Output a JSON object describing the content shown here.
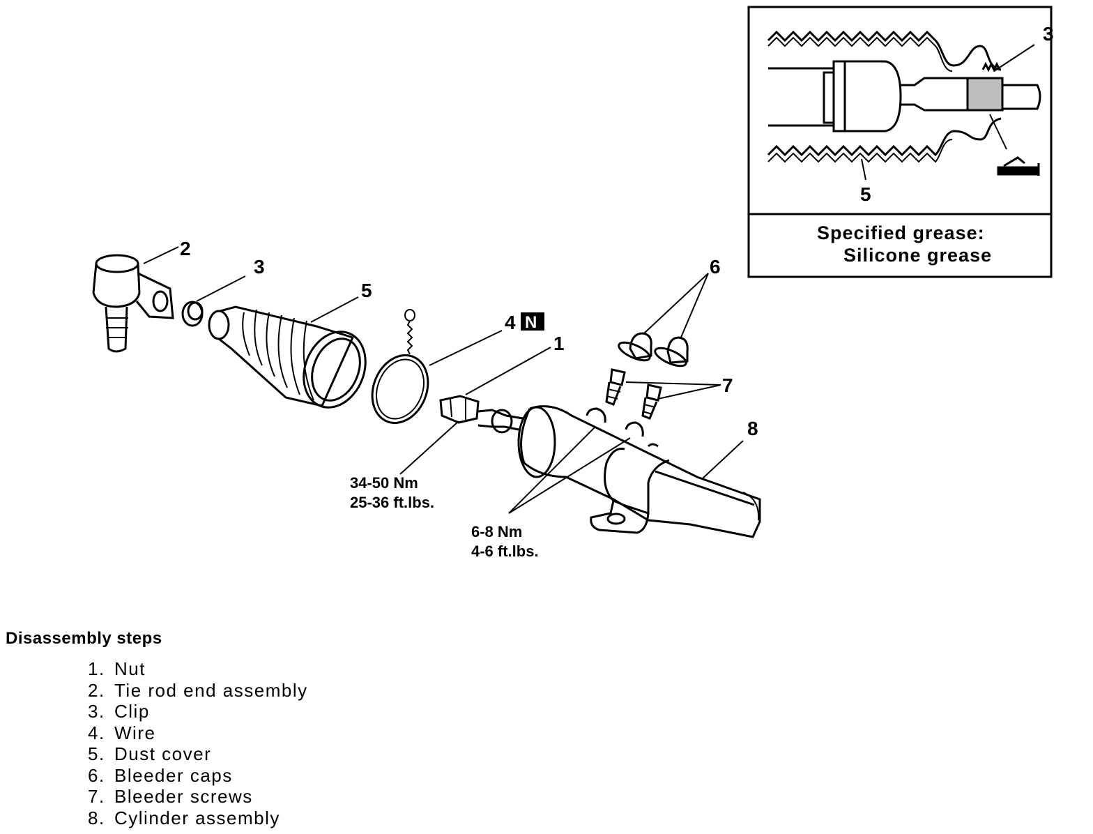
{
  "callouts": {
    "nut": "1",
    "tie_rod_end": "2",
    "clip": "3",
    "wire": "4",
    "wire_badge": "N",
    "dust_cover": "5",
    "bleeder_caps": "6",
    "bleeder_screws": "7",
    "cylinder": "8"
  },
  "inset": {
    "callout_clip": "3",
    "callout_dust_cover": "5",
    "caption_line1": "Specified grease:",
    "caption_line2": "Silicone grease"
  },
  "torque": {
    "nut_nm": "34-50 Nm",
    "nut_ftlbs": "25-36 ft.lbs.",
    "screw_nm": "6-8 Nm",
    "screw_ftlbs": "4-6 ft.lbs."
  },
  "steps": {
    "title": "Disassembly steps",
    "items": [
      {
        "num": "1.",
        "label": "Nut"
      },
      {
        "num": "2.",
        "label": "Tie rod end assembly"
      },
      {
        "num": "3.",
        "label": "Clip"
      },
      {
        "num": "4.",
        "label": "Wire"
      },
      {
        "num": "5.",
        "label": "Dust cover"
      },
      {
        "num": "6.",
        "label": "Bleeder caps"
      },
      {
        "num": "7.",
        "label": "Bleeder screws"
      },
      {
        "num": "8.",
        "label": "Cylinder assembly"
      }
    ]
  }
}
